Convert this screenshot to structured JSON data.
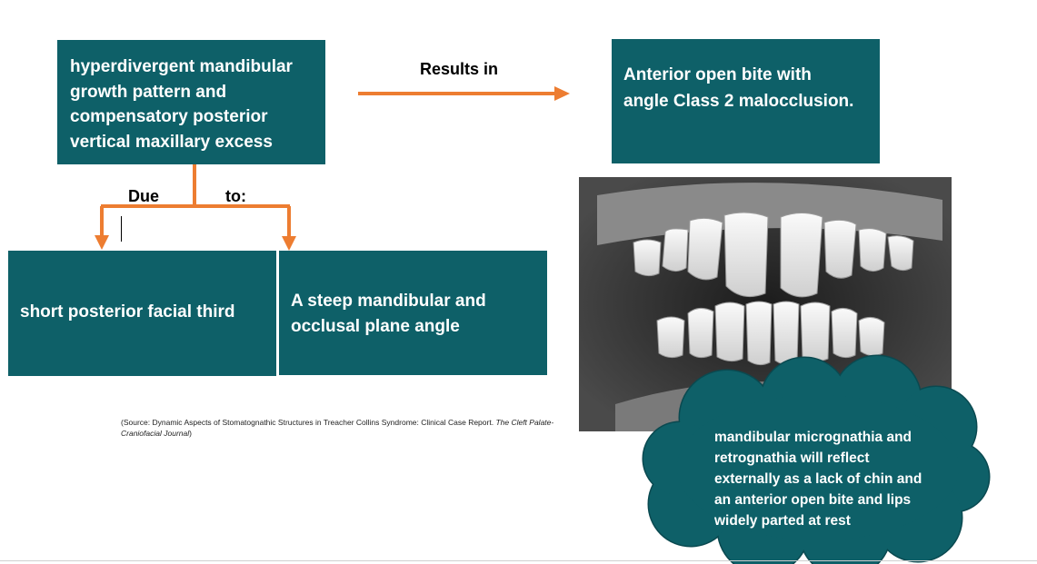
{
  "cause_box": {
    "text": "hyperdivergent mandibular\ngrowth pattern and\ncompensatory posterior\nvertical maxillary excess"
  },
  "result_label": "Results in",
  "result_box": {
    "text": "Anterior open bite with\nangle Class 2 malocclusion."
  },
  "due_label": "Due",
  "to_label": "to:",
  "short_box": {
    "text": "short posterior facial third"
  },
  "steep_box": {
    "text": "A steep mandibular and\nocclusal plane angle"
  },
  "source": {
    "prefix": "(Source: Dynamic Aspects of Stomatognathic Structures in Treacher Collins Syndrome: Clinical Case Report. ",
    "journal": "The Cleft Palate-Craniofacial Journal",
    "suffix": ")"
  },
  "cloud": {
    "text": "mandibular micrognathia and\nretrognathia will reflect\nexternally as a lack of chin and\nan anterior open bite and lips\nwidely parted at rest"
  },
  "colors": {
    "box": "#0e6068",
    "arrow": "#ed7d31",
    "cloud_stroke": "#0a4950",
    "text_on_box": "#ffffff"
  }
}
